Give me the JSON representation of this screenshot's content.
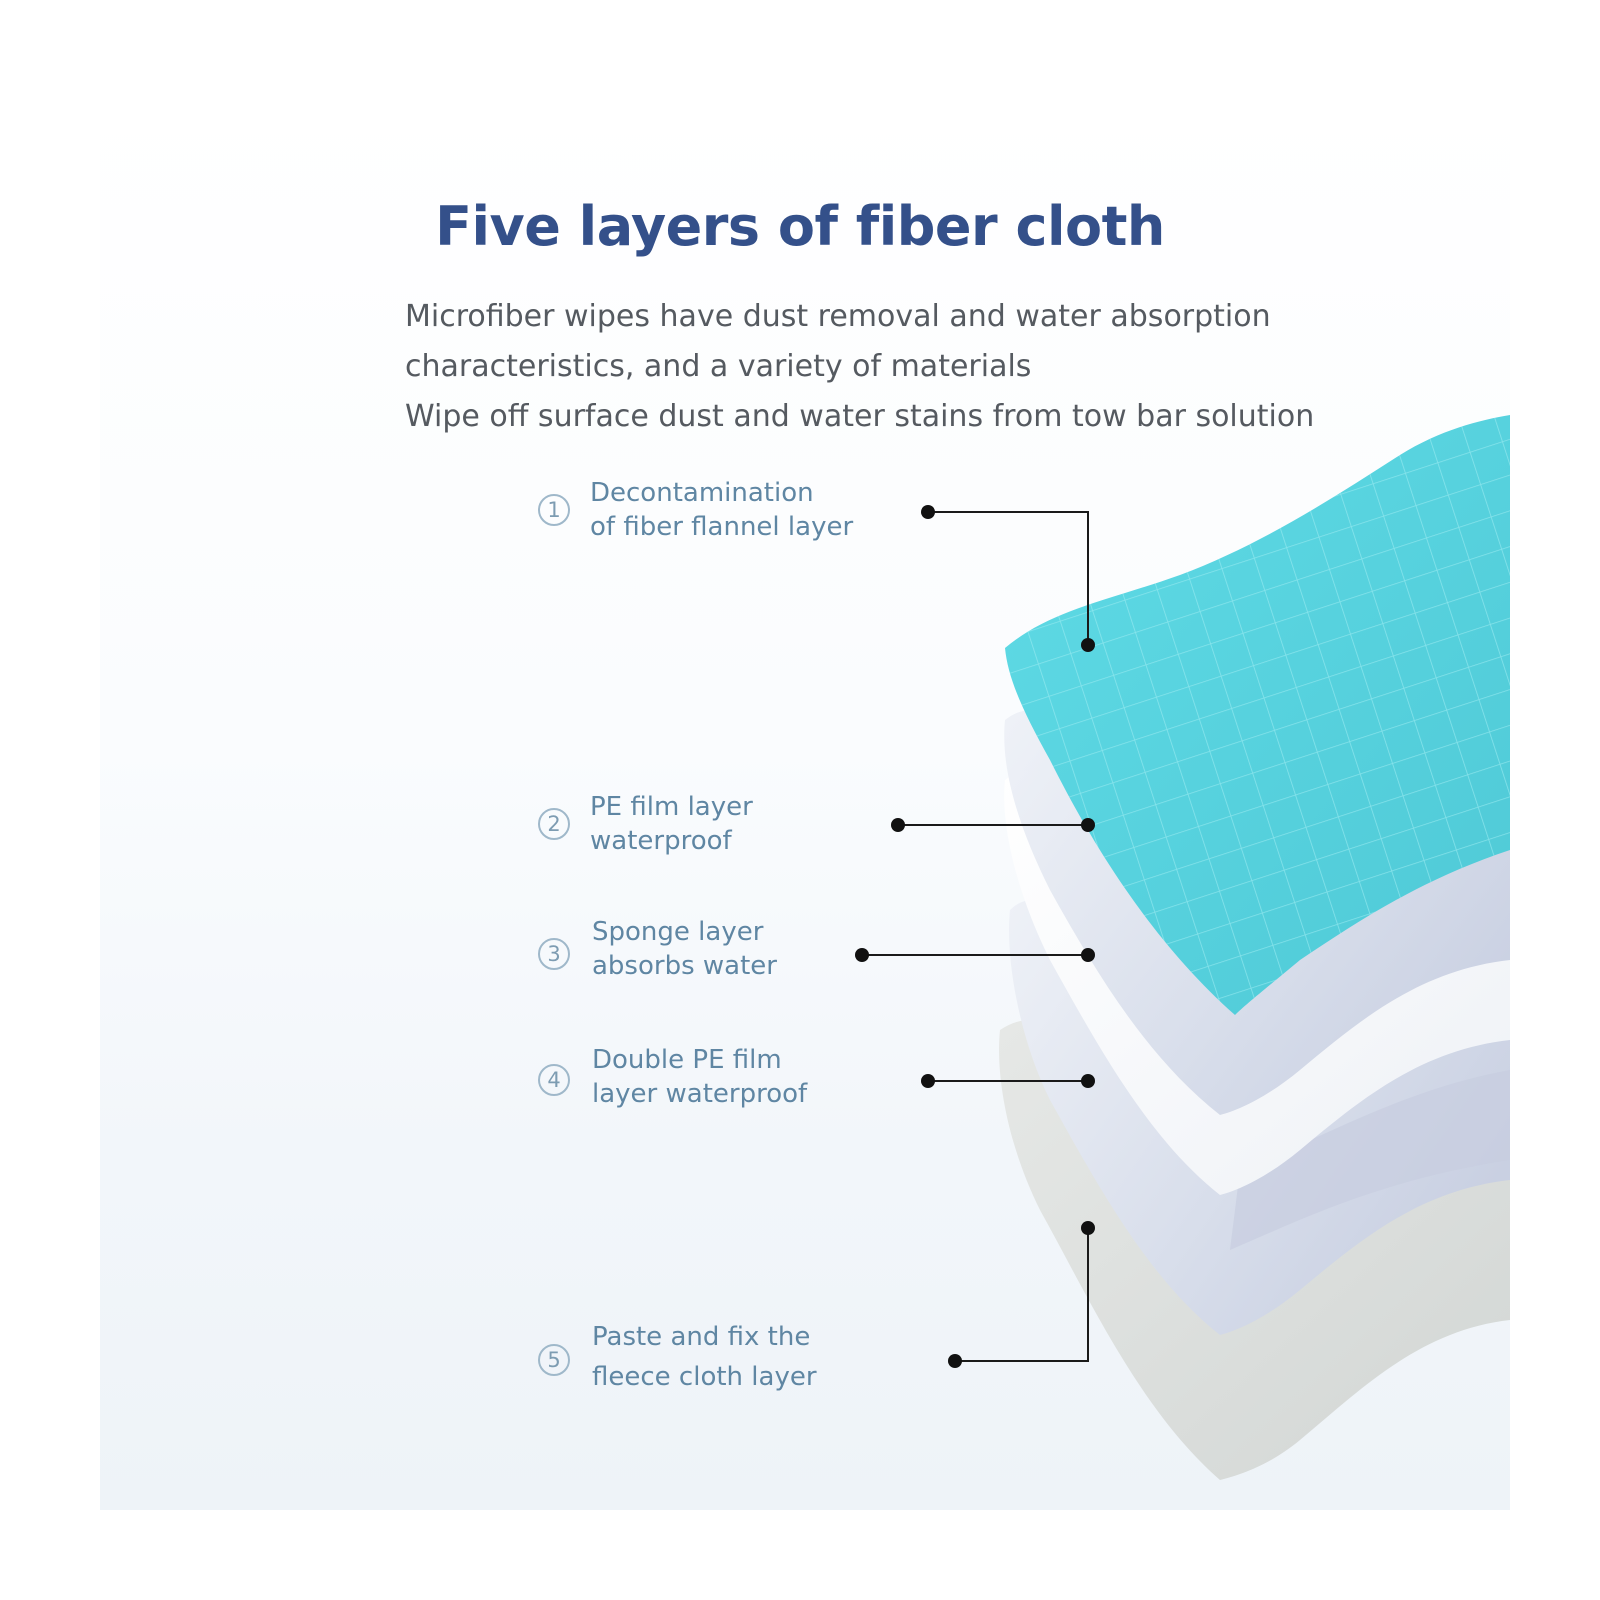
{
  "title": "Five layers of fiber cloth",
  "description": {
    "lines": [
      "Microfiber wipes have dust removal and water absorption",
      "characteristics, and a variety of materials",
      "Wipe off surface dust and water stains from tow bar solution"
    ]
  },
  "layers": [
    {
      "number": "1",
      "lines": [
        "Decontamination",
        "of fiber flannel layer"
      ]
    },
    {
      "number": "2",
      "lines": [
        "PE film layer",
        "waterproof"
      ]
    },
    {
      "number": "3",
      "lines": [
        "Sponge layer",
        "absorbs water"
      ]
    },
    {
      "number": "4",
      "lines": [
        "Double PE film",
        "layer waterproof"
      ]
    },
    {
      "number": "5",
      "lines": [
        "Paste and fix the",
        "fleece cloth layer"
      ]
    }
  ],
  "colors": {
    "title": "#34508a",
    "label": "#5f86a3",
    "teal_cloth": "#5fd7e2",
    "connector": "#111111"
  }
}
